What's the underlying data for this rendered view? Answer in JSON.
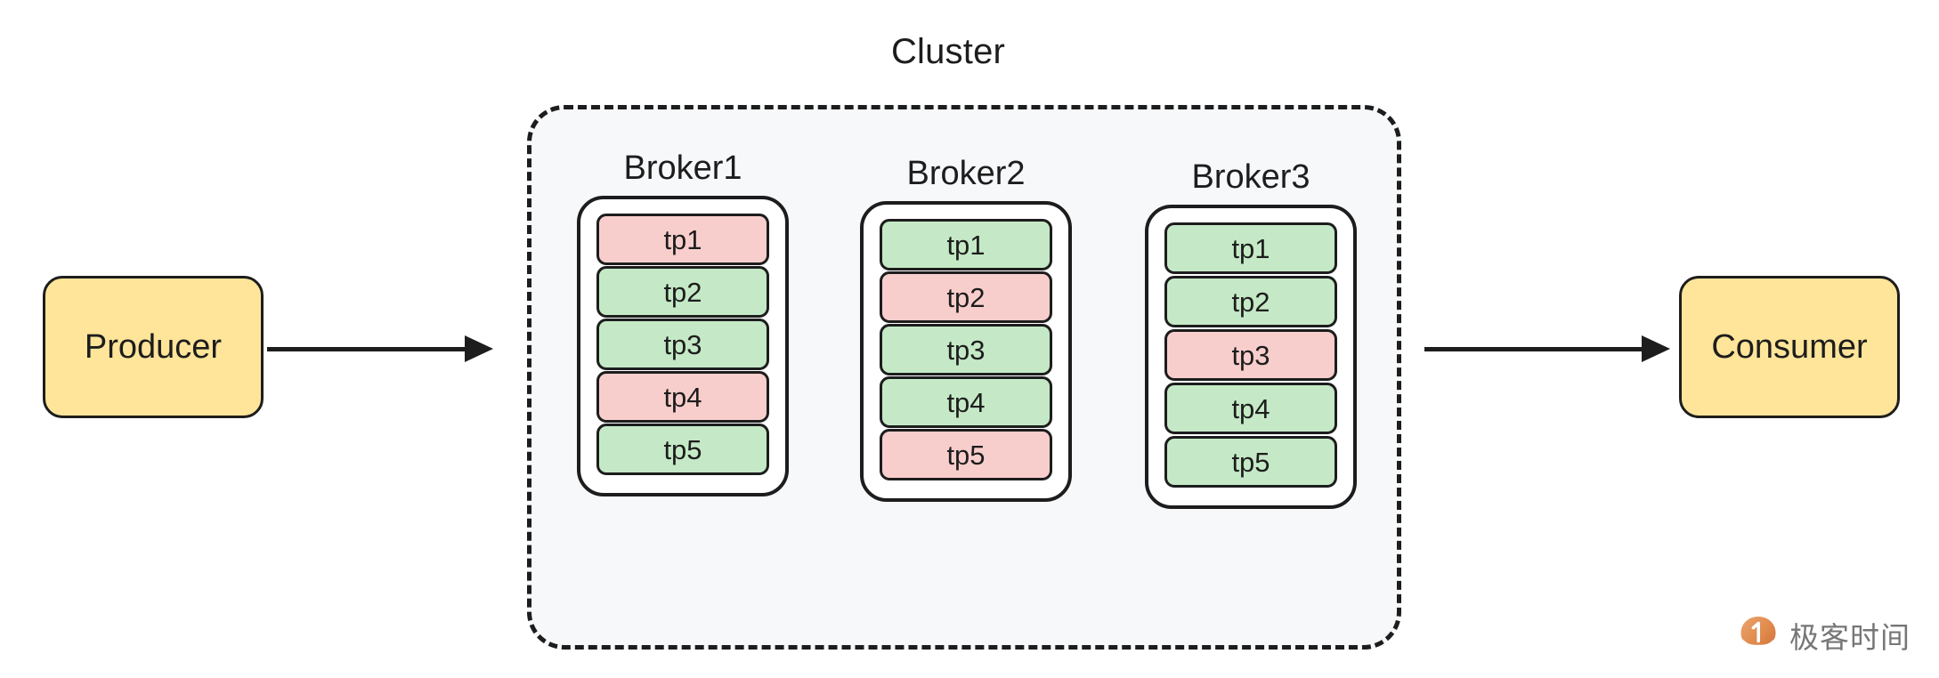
{
  "diagram": {
    "title": "Cluster",
    "type": "kafka-cluster-topology"
  },
  "producer": {
    "label": "Producer",
    "fill": "#ffe599",
    "stroke": "#1d1d1d"
  },
  "consumer": {
    "label": "Consumer",
    "fill": "#ffe599",
    "stroke": "#1d1d1d"
  },
  "arrows": [
    {
      "name": "producer-to-cluster",
      "direction": "right"
    },
    {
      "name": "cluster-to-consumer",
      "direction": "right"
    }
  ],
  "colors": {
    "leader_fill": "#f8cecc",
    "follower_fill": "#c5e9c6",
    "endpoint_fill": "#ffe599",
    "cluster_fill": "#f7f8fa",
    "stroke": "#1d1d1d",
    "watermark_text": "#6f6f6f",
    "watermark_logo": "#e08a4a"
  },
  "brokers": [
    {
      "label": "Broker1",
      "partitions": [
        {
          "label": "tp1",
          "role": "leader"
        },
        {
          "label": "tp2",
          "role": "follower"
        },
        {
          "label": "tp3",
          "role": "follower"
        },
        {
          "label": "tp4",
          "role": "leader"
        },
        {
          "label": "tp5",
          "role": "follower"
        }
      ]
    },
    {
      "label": "Broker2",
      "partitions": [
        {
          "label": "tp1",
          "role": "follower"
        },
        {
          "label": "tp2",
          "role": "leader"
        },
        {
          "label": "tp3",
          "role": "follower"
        },
        {
          "label": "tp4",
          "role": "follower"
        },
        {
          "label": "tp5",
          "role": "leader"
        }
      ]
    },
    {
      "label": "Broker3",
      "partitions": [
        {
          "label": "tp1",
          "role": "follower"
        },
        {
          "label": "tp2",
          "role": "follower"
        },
        {
          "label": "tp3",
          "role": "leader"
        },
        {
          "label": "tp4",
          "role": "follower"
        },
        {
          "label": "tp5",
          "role": "follower"
        }
      ]
    }
  ],
  "watermark": {
    "text": "极客时间",
    "logo_icon": "geektime-pin-icon"
  }
}
